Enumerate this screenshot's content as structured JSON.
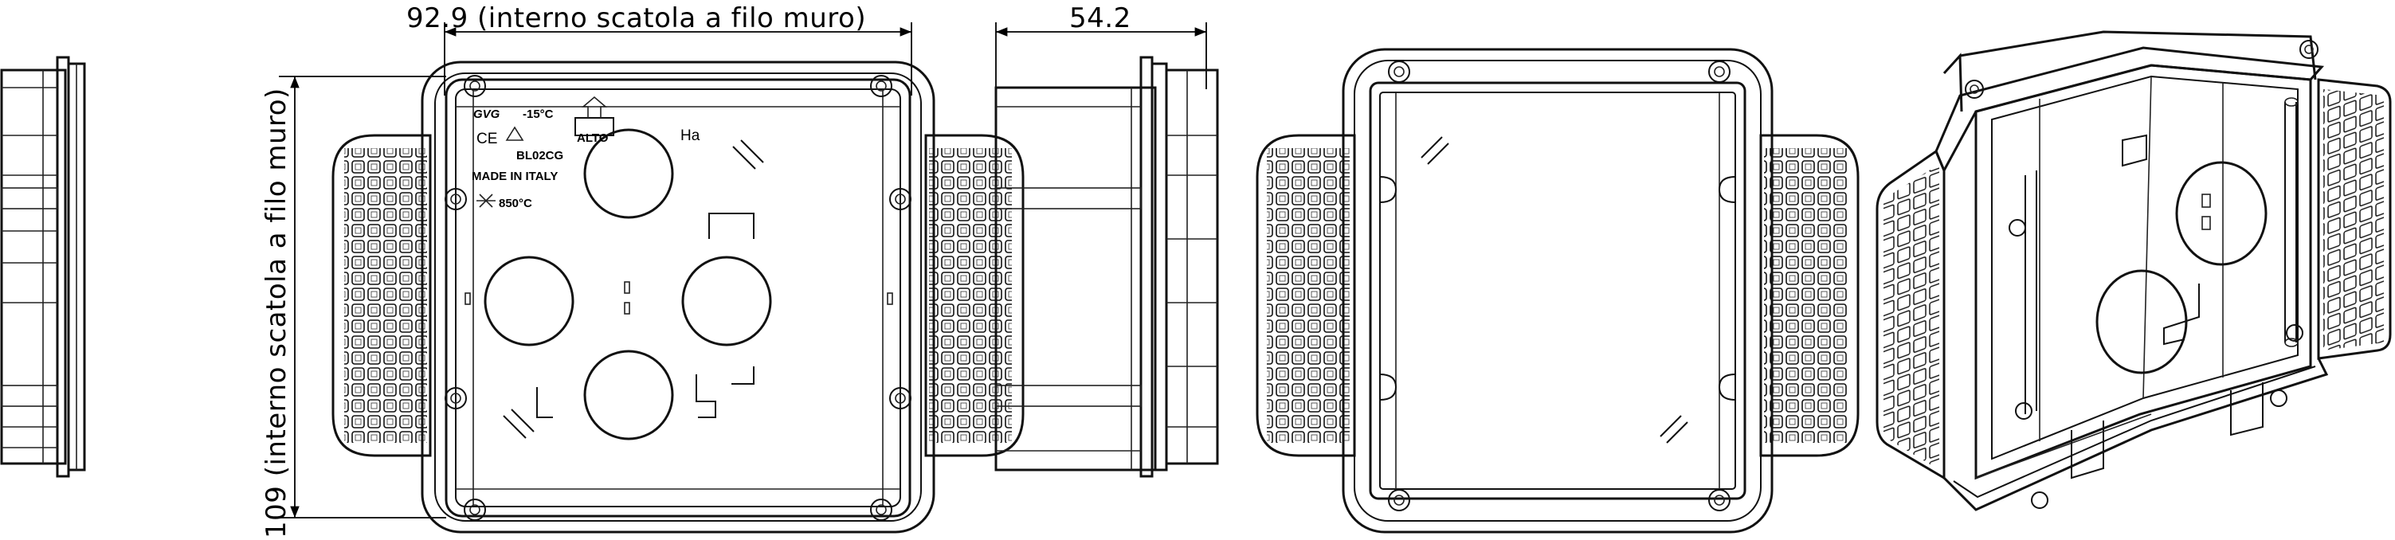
{
  "dimensions": {
    "width_label": "92.9 (interno scatola a filo muro)",
    "height_label": "109 (interno scatola a filo muro)",
    "depth_label": "54.2"
  },
  "markings": {
    "brand": "GVG",
    "temp_low": "-15°C",
    "alto": "ALTO",
    "ce": "CE",
    "code": "BL02CG",
    "made_in": "MADE IN ITALY",
    "glow_wire": "850°C",
    "ha": "Ha"
  },
  "colors": {
    "line": "#111111",
    "background": "#ffffff"
  }
}
